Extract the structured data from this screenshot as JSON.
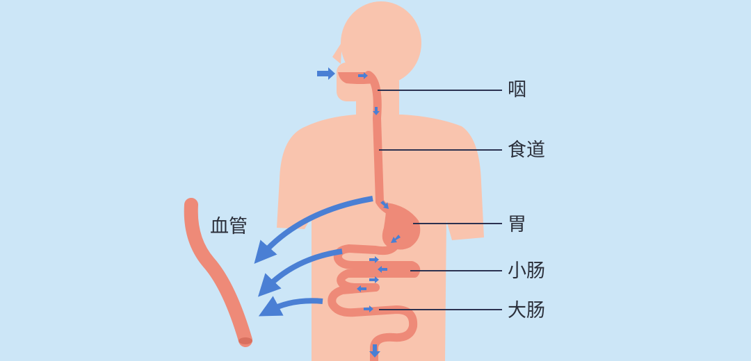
{
  "labels": {
    "pharynx": "咽",
    "esophagus": "食道",
    "stomach": "胃",
    "small_intestine": "小肠",
    "large_intestine": "大肠",
    "blood_vessel": "血管"
  },
  "colors": {
    "background": "#cce6f7",
    "body": "#f9c4ae",
    "organ": "#ee8a78",
    "organ_dark": "#d9705f",
    "arrow": "#4a7fd4",
    "leader_line": "#2b3150",
    "text": "#2b2f3a"
  }
}
